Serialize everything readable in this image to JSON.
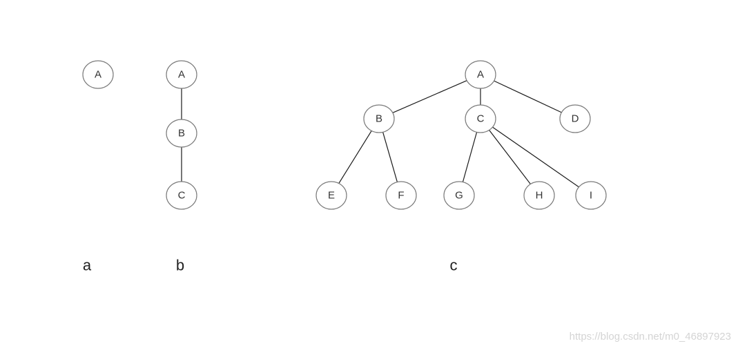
{
  "captions": {
    "a": "a",
    "b": "b",
    "c": "c"
  },
  "tree_a": {
    "nodes": [
      {
        "id": "a-A",
        "label": "A"
      }
    ],
    "edges": []
  },
  "tree_b": {
    "nodes": [
      {
        "id": "b-A",
        "label": "A"
      },
      {
        "id": "b-B",
        "label": "B"
      },
      {
        "id": "b-C",
        "label": "C"
      }
    ],
    "edges": [
      [
        "b-A",
        "b-B"
      ],
      [
        "b-B",
        "b-C"
      ]
    ]
  },
  "tree_c": {
    "nodes": [
      {
        "id": "c-A",
        "label": "A"
      },
      {
        "id": "c-B",
        "label": "B"
      },
      {
        "id": "c-C",
        "label": "C"
      },
      {
        "id": "c-D",
        "label": "D"
      },
      {
        "id": "c-E",
        "label": "E"
      },
      {
        "id": "c-F",
        "label": "F"
      },
      {
        "id": "c-G",
        "label": "G"
      },
      {
        "id": "c-H",
        "label": "H"
      },
      {
        "id": "c-I",
        "label": "I"
      }
    ],
    "edges": [
      [
        "c-A",
        "c-B"
      ],
      [
        "c-A",
        "c-C"
      ],
      [
        "c-A",
        "c-D"
      ],
      [
        "c-B",
        "c-E"
      ],
      [
        "c-B",
        "c-F"
      ],
      [
        "c-C",
        "c-G"
      ],
      [
        "c-C",
        "c-H"
      ],
      [
        "c-C",
        "c-I"
      ]
    ]
  },
  "watermark": "https://blog.csdn.net/m0_46897923"
}
